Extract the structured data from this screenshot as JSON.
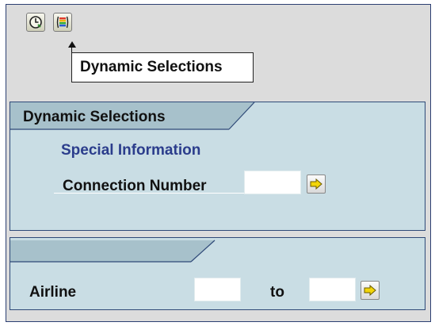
{
  "toolbar": {
    "buttons": [
      {
        "icon": "execute-clock-icon"
      },
      {
        "icon": "dynamic-selections-icon"
      }
    ],
    "tooltip": "Dynamic Selections"
  },
  "dynamic_group": {
    "title": "Dynamic Selections",
    "section_title": "Special Information",
    "field_label": "Connection Number",
    "field_value": ""
  },
  "range_group": {
    "title": "",
    "field_label": "Airline",
    "from_value": "",
    "to_label": "to",
    "to_value": ""
  },
  "colors": {
    "frame_bg": "#dcdcdc",
    "group_bg": "#c9dde4",
    "header_bg": "#a7c1cb",
    "border": "#2f4a78",
    "section_title": "#2b3d8c",
    "arrow_yellow": "#f2d50a"
  }
}
